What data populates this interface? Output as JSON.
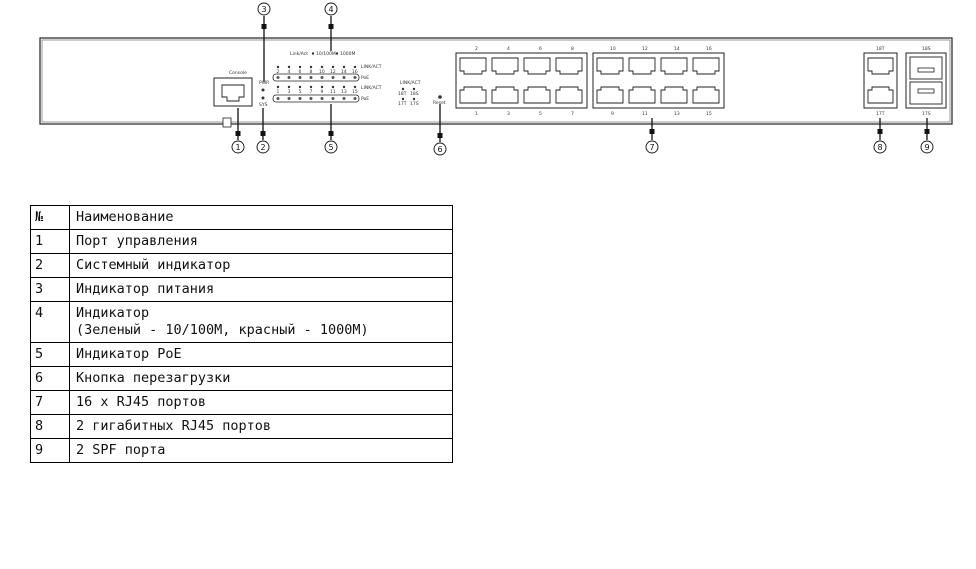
{
  "device": {
    "labels": {
      "console": "Console",
      "pwr": "PWR",
      "sys": "SYS",
      "link_act": "Link/Act",
      "speed_100": "10/100M",
      "speed_1000": "1000M",
      "link_act_1": "LINK/ACT",
      "link_act_2": "LINK/ACT",
      "poe_1": "PoE",
      "poe_2": "PoE",
      "link_act_3": "LINK/ACT",
      "p17t": "17T",
      "p18t": "18T",
      "p17s": "17S",
      "p18s": "18S",
      "reset": "Reset",
      "gig_top": "18T",
      "gig_bottom": "17T",
      "sfp_top": "18S",
      "sfp_bottom": "17S"
    },
    "led_numbers_top": [
      "2",
      "4",
      "6",
      "8",
      "10",
      "12",
      "14",
      "16"
    ],
    "led_numbers_bottom": [
      "1",
      "3",
      "5",
      "7",
      "9",
      "11",
      "13",
      "15"
    ],
    "port_numbers_top": [
      "2",
      "4",
      "6",
      "8",
      "10",
      "12",
      "14",
      "16"
    ],
    "port_numbers_bottom": [
      "1",
      "3",
      "5",
      "7",
      "9",
      "11",
      "13",
      "15"
    ],
    "callouts": [
      "1",
      "2",
      "3",
      "4",
      "5",
      "6",
      "7",
      "8",
      "9"
    ]
  },
  "legend": {
    "header": {
      "num": "№",
      "name": "Наименование"
    },
    "rows": [
      {
        "num": "1",
        "name": "Порт управления"
      },
      {
        "num": "2",
        "name": "Системный индикатор"
      },
      {
        "num": "3",
        "name": "Индикатор питания"
      },
      {
        "num": "4",
        "name": "Индикатор",
        "name2": "(Зеленый - 10/100M, красный - 1000M)"
      },
      {
        "num": "5",
        "name": "Индикатор PoE"
      },
      {
        "num": "6",
        "name": "Кнопка перезагрузки"
      },
      {
        "num": "7",
        "name": "16 x RJ45 портов"
      },
      {
        "num": "8",
        "name": "2 гигабитных RJ45 портов"
      },
      {
        "num": "9",
        "name": "2 SPF порта"
      }
    ]
  }
}
